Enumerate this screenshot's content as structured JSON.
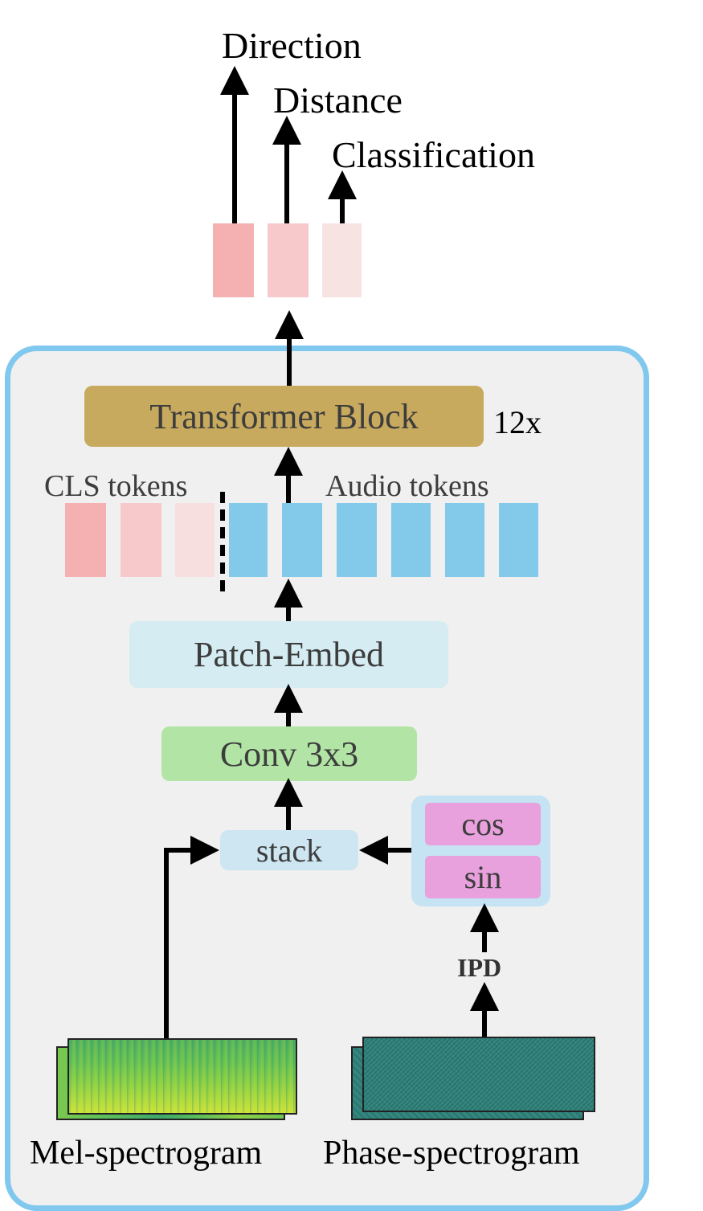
{
  "outputs": {
    "direction": "Direction",
    "distance": "Distance",
    "classification": "Classification"
  },
  "transformer": {
    "label": "Transformer Block",
    "repeat": "12x"
  },
  "tokens": {
    "cls_label": "CLS tokens",
    "audio_label": "Audio tokens"
  },
  "patch_embed": {
    "label": "Patch-Embed"
  },
  "conv": {
    "label": "Conv 3x3"
  },
  "stack": {
    "label": "stack"
  },
  "trig": {
    "cos": "cos",
    "sin": "sin"
  },
  "ipd": {
    "label": "IPD"
  },
  "inputs": {
    "mel": "Mel-spectrogram",
    "phase": "Phase-spectrogram"
  },
  "colors": {
    "panel_border": "#80c8ee",
    "panel_bg": "#f0f0f0",
    "transformer": "#c8aa5e",
    "patch_embed": "#d4ecf2",
    "conv": "#b2e5a5",
    "stack": "#cde6f2",
    "trig_bg": "#c5e3f3",
    "trig_fill": "#e8a1dc",
    "audio_token": "#82c9ea",
    "cls_token_1": "#f5b0b1",
    "cls_token_2": "#f7c9ca",
    "cls_token_3": "#f7dfe0"
  }
}
